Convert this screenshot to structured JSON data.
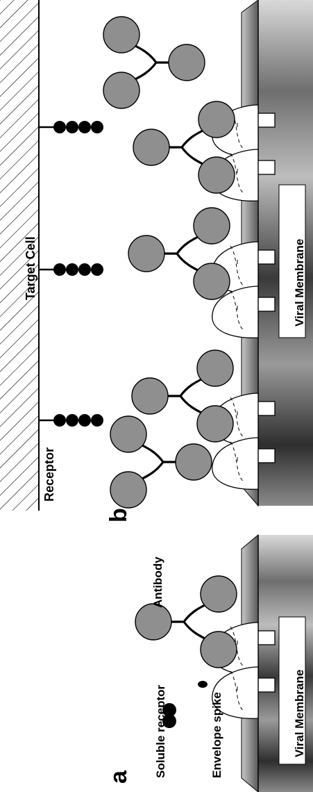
{
  "panels": {
    "a": {
      "label": "a",
      "soluble_receptor": "Soluble receptor",
      "envelope_spike": "Envelope spike",
      "antibody": "Antibody",
      "membrane": "Viral Membrane"
    },
    "b": {
      "label": "b",
      "receptor": "Receptor",
      "target_cell": "Target Cell",
      "membrane": "Viral Membrane"
    }
  },
  "colors": {
    "antibody_fill": "#8f8f8f",
    "hatch": "#000000",
    "membrane_dark": "#3a3a3a",
    "membrane_light": "#d9d9d9"
  }
}
